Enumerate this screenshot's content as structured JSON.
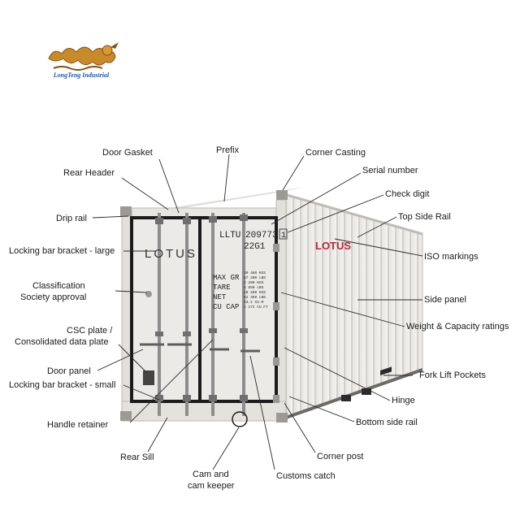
{
  "logo": {
    "caption": "LongTeng Industrial",
    "colors": {
      "dragon": "#c98a2a",
      "dragon_dark": "#8a4f12",
      "caption": "#1d56b8"
    }
  },
  "container": {
    "brand_door": "LOTUS",
    "brand_side": "LOTUS",
    "prefix": "LLTU",
    "serial": "209773",
    "check_digit": "1",
    "iso_code": "22G1",
    "plate_lines": [
      "MAX GR",
      "TARE",
      "NET",
      "CU CAP"
    ],
    "plate_values": [
      "30 480 KGS",
      "67 200 LBS",
      "2 200 KGS",
      "4 850 LBS",
      "28 280 KGS",
      "62 350 LBS",
      "33.2 CU.M",
      "1 172 CU.FT"
    ],
    "colors": {
      "body": "#eceae6",
      "shade": "#d6d4cf",
      "frame": "#1b1b1b",
      "lotus_red": "#b5283f",
      "bar": "#8d8d8d"
    }
  },
  "labels": {
    "door_gasket": "Door Gasket",
    "prefix": "Prefix",
    "corner_casting": "Corner Casting",
    "rear_header": "Rear Header",
    "serial_number": "Serial number",
    "check_digit": "Check digit",
    "drip_rail": "Drip rail",
    "top_side_rail": "Top Side Rail",
    "locking_bar_bracket_large": "Locking bar bracket - large",
    "iso_markings": "ISO markings",
    "classification_1": "Classification",
    "classification_2": "Society approval",
    "side_panel": "Side panel",
    "weight_capacity": "Weight & Capacity ratings",
    "csc_1": "CSC plate /",
    "csc_2": "Consolidated data plate",
    "door_panel": "Door panel",
    "fork_lift": "Fork Lift Pockets",
    "locking_bar_bracket_small": "Locking bar bracket - small",
    "hinge": "Hinge",
    "handle_retainer": "Handle retainer",
    "bottom_side_rail": "Bottom side rail",
    "rear_sill": "Rear Sill",
    "corner_post": "Corner post",
    "cam_1": "Cam and",
    "cam_2": "cam keeper",
    "customs_catch": "Customs catch"
  }
}
